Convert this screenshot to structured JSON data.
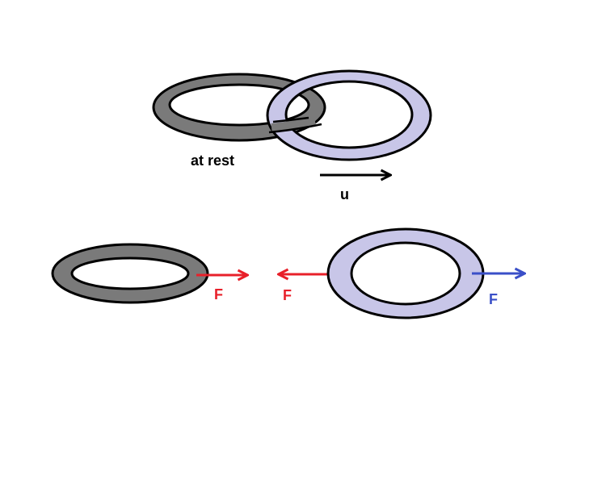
{
  "top_scene": {
    "rest_label": "at rest",
    "velocity_label": "u"
  },
  "bottom_scene": {
    "force_label_left_ring": "F",
    "force_label_right_ring_inward": "F",
    "force_label_right_ring_outward": "F"
  },
  "colors": {
    "gray_ring": "#7a7a7a",
    "lavender_ring": "#c8c6e8",
    "outline": "#000000",
    "red_force": "#e8202a",
    "blue_force": "#3a4fc8",
    "velocity_arrow": "#000000"
  }
}
